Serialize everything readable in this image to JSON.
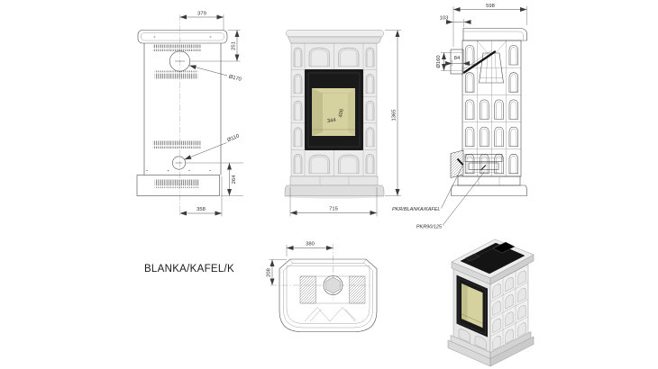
{
  "page": {
    "title": "BLANKA/KAFEL/K"
  },
  "views": {
    "rear": {
      "dims": {
        "top_width": "379",
        "flue_center_from_top": "251",
        "flue_diameter": "Ø170",
        "air_inlet_diameter": "Ø110",
        "air_inlet_center_height": "264",
        "base_width": "358"
      }
    },
    "front": {
      "dims": {
        "overall_height": "1365",
        "overall_width": "715",
        "glass_width": "344",
        "glass_height": "406"
      }
    },
    "side": {
      "dims": {
        "overall_depth": "598",
        "rear_to_cap_offset": "103",
        "flue_spigot_diameter": "Ø160",
        "flue_spigot_length": "84"
      },
      "callouts": {
        "connector": "PKR/BLANKA/KAFEL",
        "reducer": "PKR90/125"
      }
    },
    "plan": {
      "dims": {
        "center_to_edge_width": "380",
        "flue_center_from_rear": "208"
      }
    }
  },
  "colors": {
    "background": "#ffffff",
    "line": "#4a4a4a",
    "dimension_text": "#2f2f2f",
    "tile_light": "#ececec",
    "tile_mid": "#dcdcdc",
    "door_black": "#1a1a1a",
    "glass": "#d6d2a0",
    "glass_dark": "#c3bf8d"
  }
}
